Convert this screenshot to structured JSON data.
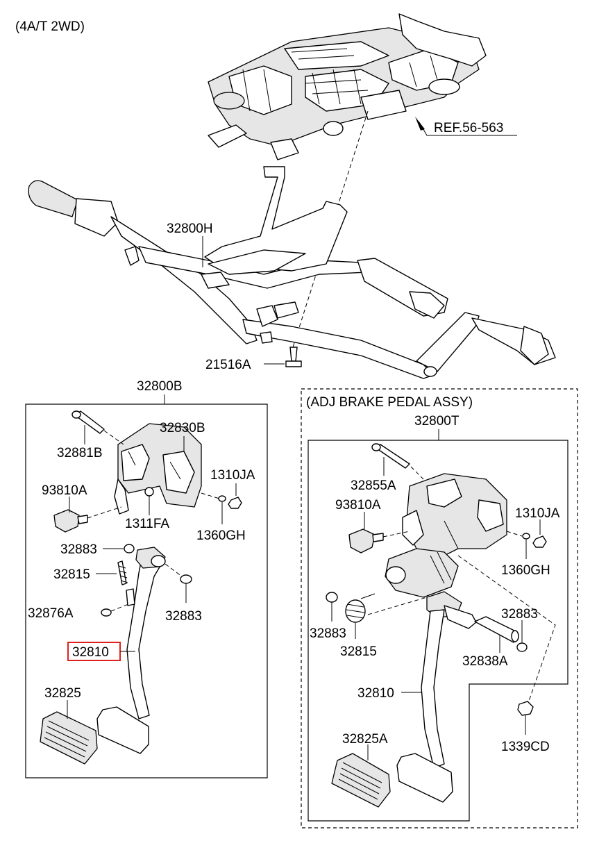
{
  "header": {
    "variant": "(4A/T 2WD)"
  },
  "ref_label": "REF.56-563",
  "adj_group": {
    "title": "(ADJ BRAKE PEDAL ASSY)"
  },
  "labels": {
    "l_32800H": "32800H",
    "l_21516A": "21516A",
    "l_32800B": "32800B",
    "l_32881B": "32881B",
    "l_32830B": "32830B",
    "l_93810A_left": "93810A",
    "l_1310JA_left": "1310JA",
    "l_1311FA": "1311FA",
    "l_1360GH_left": "1360GH",
    "l_32883_left_top": "32883",
    "l_32815_left": "32815",
    "l_32876A": "32876A",
    "l_32883_left_bottom": "32883",
    "l_32810_left": "32810",
    "l_32825": "32825",
    "l_32800T": "32800T",
    "l_32855A": "32855A",
    "l_93810A_right": "93810A",
    "l_1310JA_right": "1310JA",
    "l_1360GH_right": "1360GH",
    "l_32883_right_left": "32883",
    "l_32815_right": "32815",
    "l_32883_right": "32883",
    "l_32838A": "32838A",
    "l_32810_right": "32810",
    "l_32825A": "32825A",
    "l_1339CD": "1339CD"
  },
  "highlight": {
    "part": "32810",
    "color": "#e0201e"
  }
}
